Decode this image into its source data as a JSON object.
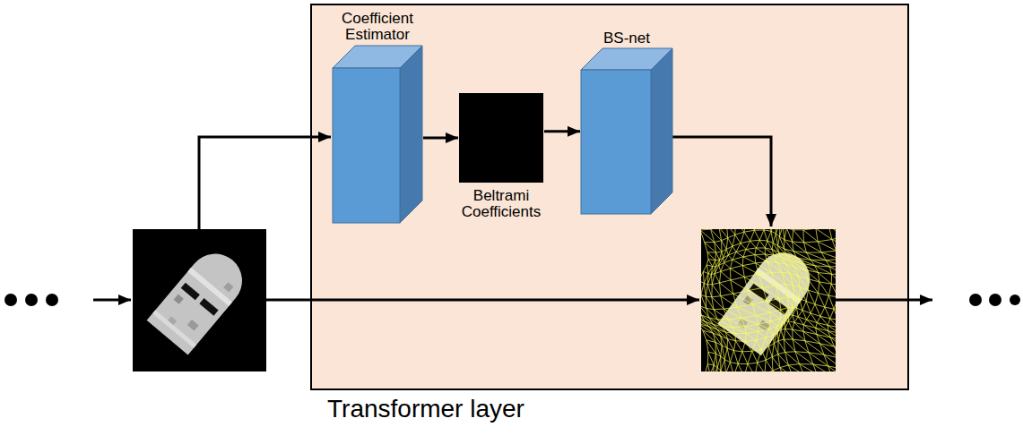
{
  "diagram": {
    "nodes": [
      {
        "text": [
          "Transformer layer"
        ]
      },
      {
        "text": [
          "Coefficient Estimator"
        ],
        "in": 0
      },
      {
        "text": [
          "Beltrami Coefficients"
        ],
        "in": 0
      },
      {
        "text": [
          "BS-net"
        ],
        "in": 0
      }
    ],
    "edges": [
      {
        "from": 1,
        "to": 2,
        "arrow": "to"
      },
      {
        "from": 2,
        "to": 3,
        "arrow": "to"
      }
    ]
  }
}
